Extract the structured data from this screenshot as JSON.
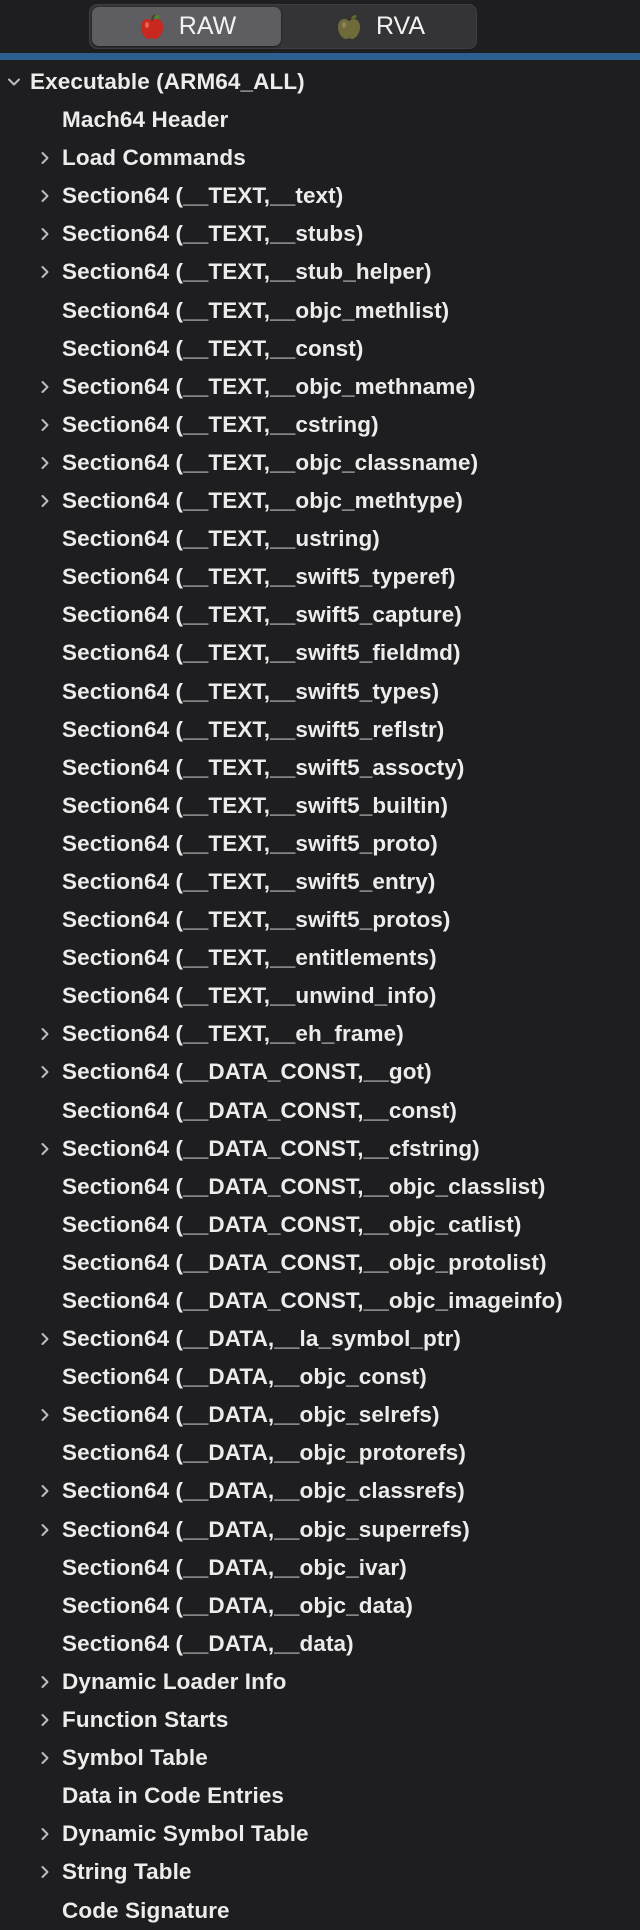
{
  "toolbar": {
    "segments": [
      {
        "label": "RAW",
        "icon": "red-apple-icon",
        "active": true
      },
      {
        "label": "RVA",
        "icon": "olive-apple-icon",
        "active": false
      }
    ]
  },
  "colors": {
    "background": "#1e1e20",
    "accent": "#2a5f8f",
    "text": "#ececec",
    "chevron": "#bdbdbd"
  },
  "tree": {
    "root": {
      "label": "Executable  (ARM64_ALL)",
      "expanded": true
    },
    "items": [
      {
        "label": "Mach64 Header",
        "expandable": false
      },
      {
        "label": "Load Commands",
        "expandable": true
      },
      {
        "label": "Section64 (__TEXT,__text)",
        "expandable": true
      },
      {
        "label": "Section64 (__TEXT,__stubs)",
        "expandable": true
      },
      {
        "label": "Section64 (__TEXT,__stub_helper)",
        "expandable": true
      },
      {
        "label": "Section64 (__TEXT,__objc_methlist)",
        "expandable": false
      },
      {
        "label": "Section64 (__TEXT,__const)",
        "expandable": false
      },
      {
        "label": "Section64 (__TEXT,__objc_methname)",
        "expandable": true
      },
      {
        "label": "Section64 (__TEXT,__cstring)",
        "expandable": true
      },
      {
        "label": "Section64 (__TEXT,__objc_classname)",
        "expandable": true
      },
      {
        "label": "Section64 (__TEXT,__objc_methtype)",
        "expandable": true
      },
      {
        "label": "Section64 (__TEXT,__ustring)",
        "expandable": false
      },
      {
        "label": "Section64 (__TEXT,__swift5_typeref)",
        "expandable": false
      },
      {
        "label": "Section64 (__TEXT,__swift5_capture)",
        "expandable": false
      },
      {
        "label": "Section64 (__TEXT,__swift5_fieldmd)",
        "expandable": false
      },
      {
        "label": "Section64 (__TEXT,__swift5_types)",
        "expandable": false
      },
      {
        "label": "Section64 (__TEXT,__swift5_reflstr)",
        "expandable": false
      },
      {
        "label": "Section64 (__TEXT,__swift5_assocty)",
        "expandable": false
      },
      {
        "label": "Section64 (__TEXT,__swift5_builtin)",
        "expandable": false
      },
      {
        "label": "Section64 (__TEXT,__swift5_proto)",
        "expandable": false
      },
      {
        "label": "Section64 (__TEXT,__swift5_entry)",
        "expandable": false
      },
      {
        "label": "Section64 (__TEXT,__swift5_protos)",
        "expandable": false
      },
      {
        "label": "Section64 (__TEXT,__entitlements)",
        "expandable": false
      },
      {
        "label": "Section64 (__TEXT,__unwind_info)",
        "expandable": false
      },
      {
        "label": "Section64 (__TEXT,__eh_frame)",
        "expandable": true
      },
      {
        "label": "Section64 (__DATA_CONST,__got)",
        "expandable": true
      },
      {
        "label": "Section64 (__DATA_CONST,__const)",
        "expandable": false
      },
      {
        "label": "Section64 (__DATA_CONST,__cfstring)",
        "expandable": true
      },
      {
        "label": "Section64 (__DATA_CONST,__objc_classlist)",
        "expandable": false
      },
      {
        "label": "Section64 (__DATA_CONST,__objc_catlist)",
        "expandable": false
      },
      {
        "label": "Section64 (__DATA_CONST,__objc_protolist)",
        "expandable": false
      },
      {
        "label": "Section64 (__DATA_CONST,__objc_imageinfo)",
        "expandable": false
      },
      {
        "label": "Section64 (__DATA,__la_symbol_ptr)",
        "expandable": true
      },
      {
        "label": "Section64 (__DATA,__objc_const)",
        "expandable": false
      },
      {
        "label": "Section64 (__DATA,__objc_selrefs)",
        "expandable": true
      },
      {
        "label": "Section64 (__DATA,__objc_protorefs)",
        "expandable": false
      },
      {
        "label": "Section64 (__DATA,__objc_classrefs)",
        "expandable": true
      },
      {
        "label": "Section64 (__DATA,__objc_superrefs)",
        "expandable": true
      },
      {
        "label": "Section64 (__DATA,__objc_ivar)",
        "expandable": false
      },
      {
        "label": "Section64 (__DATA,__objc_data)",
        "expandable": false
      },
      {
        "label": "Section64 (__DATA,__data)",
        "expandable": false
      },
      {
        "label": "Dynamic Loader Info",
        "expandable": true
      },
      {
        "label": "Function Starts",
        "expandable": true
      },
      {
        "label": "Symbol Table",
        "expandable": true
      },
      {
        "label": "Data in Code Entries",
        "expandable": false
      },
      {
        "label": "Dynamic Symbol Table",
        "expandable": true
      },
      {
        "label": "String Table",
        "expandable": true
      },
      {
        "label": "Code Signature",
        "expandable": false
      }
    ]
  }
}
